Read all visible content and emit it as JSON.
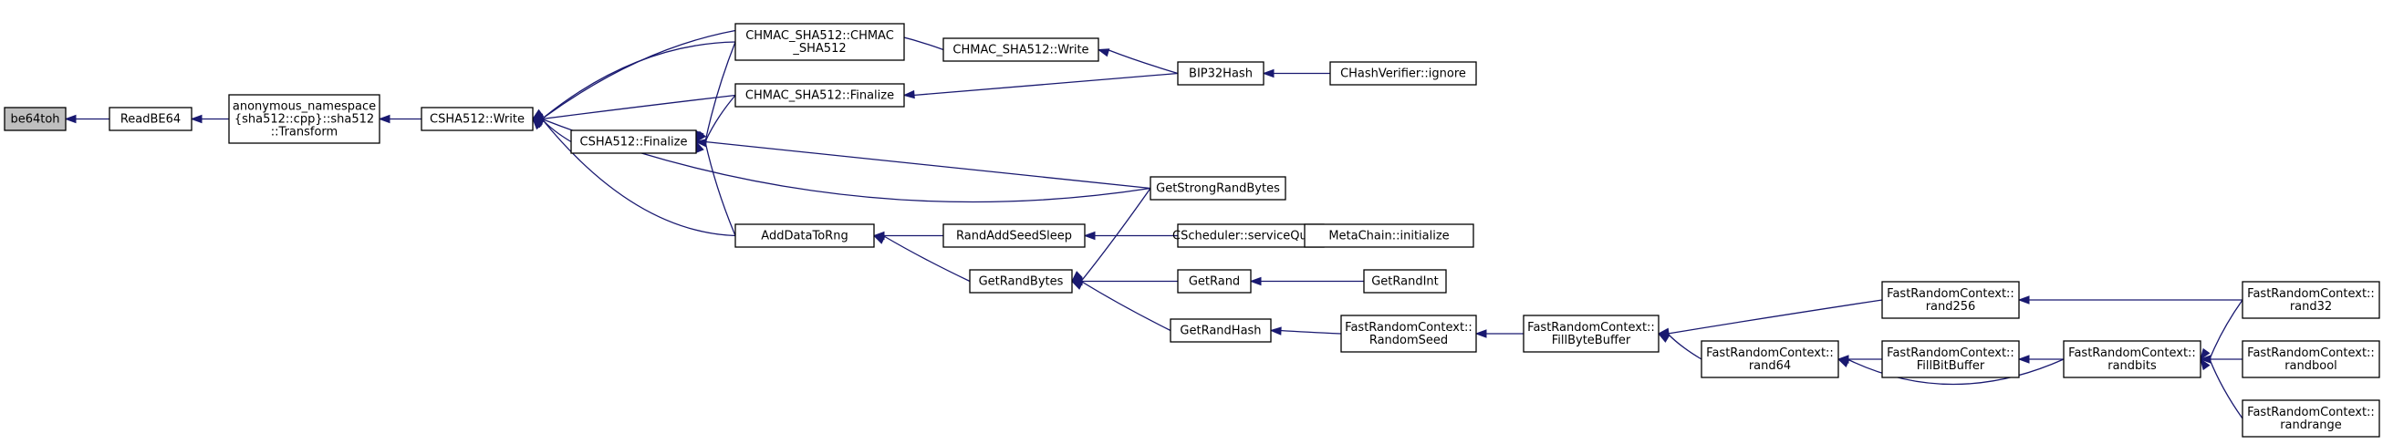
{
  "colors": {
    "edge": "#191970",
    "node_fill": "#ffffff",
    "highlight_fill": "#bfbfbf",
    "node_border": "#000000"
  },
  "nodes": [
    {
      "id": "be64toh",
      "lines": [
        "be64toh"
      ],
      "highlight": true
    },
    {
      "id": "ReadBE64",
      "lines": [
        "ReadBE64"
      ]
    },
    {
      "id": "Transform",
      "lines": [
        "anonymous_namespace",
        "{sha512::cpp}::sha512",
        "::Transform"
      ]
    },
    {
      "id": "CSHA512_Write",
      "lines": [
        "CSHA512::Write"
      ]
    },
    {
      "id": "CHMAC_ctor",
      "lines": [
        "CHMAC_SHA512::CHMAC",
        "_SHA512"
      ]
    },
    {
      "id": "CHMAC_Finalize",
      "lines": [
        "CHMAC_SHA512::Finalize"
      ]
    },
    {
      "id": "CSHA512_Finalize",
      "lines": [
        "CSHA512::Finalize"
      ]
    },
    {
      "id": "AddDataToRng",
      "lines": [
        "AddDataToRng"
      ]
    },
    {
      "id": "CHMAC_Write",
      "lines": [
        "CHMAC_SHA512::Write"
      ]
    },
    {
      "id": "RandAddSeedSleep",
      "lines": [
        "RandAddSeedSleep"
      ]
    },
    {
      "id": "GetRandBytes",
      "lines": [
        "GetRandBytes"
      ]
    },
    {
      "id": "GetStrongRandBytes",
      "lines": [
        "GetStrongRandBytes"
      ]
    },
    {
      "id": "BIP32Hash",
      "lines": [
        "BIP32Hash"
      ]
    },
    {
      "id": "CHashVerifier_ignore",
      "lines": [
        "CHashVerifier::ignore"
      ]
    },
    {
      "id": "serviceQueue",
      "lines": [
        "CScheduler::serviceQueue"
      ]
    },
    {
      "id": "MetaChain_initialize",
      "lines": [
        "MetaChain::initialize"
      ]
    },
    {
      "id": "GetRand",
      "lines": [
        "GetRand"
      ]
    },
    {
      "id": "GetRandInt",
      "lines": [
        "GetRandInt"
      ]
    },
    {
      "id": "GetRandHash",
      "lines": [
        "GetRandHash"
      ]
    },
    {
      "id": "RandomSeed",
      "lines": [
        "FastRandomContext::",
        "RandomSeed"
      ]
    },
    {
      "id": "FillByteBuffer",
      "lines": [
        "FastRandomContext::",
        "FillByteBuffer"
      ]
    },
    {
      "id": "rand256",
      "lines": [
        "FastRandomContext::",
        "rand256"
      ]
    },
    {
      "id": "rand64",
      "lines": [
        "FastRandomContext::",
        "rand64"
      ]
    },
    {
      "id": "FillBitBuffer",
      "lines": [
        "FastRandomContext::",
        "FillBitBuffer"
      ]
    },
    {
      "id": "randbits",
      "lines": [
        "FastRandomContext::",
        "randbits"
      ]
    },
    {
      "id": "rand32",
      "lines": [
        "FastRandomContext::",
        "rand32"
      ]
    },
    {
      "id": "randbool",
      "lines": [
        "FastRandomContext::",
        "randbool"
      ]
    },
    {
      "id": "randrange",
      "lines": [
        "FastRandomContext::",
        "randrange"
      ]
    }
  ],
  "edges": [
    {
      "from": "ReadBE64",
      "to": "be64toh"
    },
    {
      "from": "Transform",
      "to": "ReadBE64"
    },
    {
      "from": "CSHA512_Write",
      "to": "Transform"
    },
    {
      "from": "CHMAC_ctor",
      "to": "CSHA512_Write"
    },
    {
      "from": "CHMAC_Write",
      "to": "CSHA512_Write"
    },
    {
      "from": "CHMAC_Finalize",
      "to": "CSHA512_Write"
    },
    {
      "from": "CSHA512_Finalize",
      "to": "CSHA512_Write"
    },
    {
      "from": "GetStrongRandBytes",
      "to": "CSHA512_Write"
    },
    {
      "from": "AddDataToRng",
      "to": "CSHA512_Write"
    },
    {
      "from": "CHMAC_ctor",
      "to": "CSHA512_Finalize"
    },
    {
      "from": "CHMAC_Finalize",
      "to": "CSHA512_Finalize"
    },
    {
      "from": "GetStrongRandBytes",
      "to": "CSHA512_Finalize"
    },
    {
      "from": "AddDataToRng",
      "to": "CSHA512_Finalize"
    },
    {
      "from": "BIP32Hash",
      "to": "CHMAC_Finalize"
    },
    {
      "from": "BIP32Hash",
      "to": "CHMAC_Write"
    },
    {
      "from": "CHashVerifier_ignore",
      "to": "BIP32Hash"
    },
    {
      "from": "RandAddSeedSleep",
      "to": "AddDataToRng"
    },
    {
      "from": "GetRandBytes",
      "to": "AddDataToRng"
    },
    {
      "from": "serviceQueue",
      "to": "RandAddSeedSleep"
    },
    {
      "from": "MetaChain_initialize",
      "to": "serviceQueue"
    },
    {
      "from": "GetStrongRandBytes",
      "to": "GetRandBytes"
    },
    {
      "from": "GetRand",
      "to": "GetRandBytes"
    },
    {
      "from": "GetRandHash",
      "to": "GetRandBytes"
    },
    {
      "from": "GetRandInt",
      "to": "GetRand"
    },
    {
      "from": "RandomSeed",
      "to": "GetRandHash"
    },
    {
      "from": "FillByteBuffer",
      "to": "RandomSeed"
    },
    {
      "from": "rand256",
      "to": "FillByteBuffer"
    },
    {
      "from": "rand64",
      "to": "FillByteBuffer"
    },
    {
      "from": "FillBitBuffer",
      "to": "rand64"
    },
    {
      "from": "randbits",
      "to": "rand64"
    },
    {
      "from": "randbits",
      "to": "FillBitBuffer"
    },
    {
      "from": "rand32",
      "to": "rand256"
    },
    {
      "from": "rand32",
      "to": "randbits"
    },
    {
      "from": "randbool",
      "to": "randbits"
    },
    {
      "from": "randrange",
      "to": "randbits"
    }
  ]
}
